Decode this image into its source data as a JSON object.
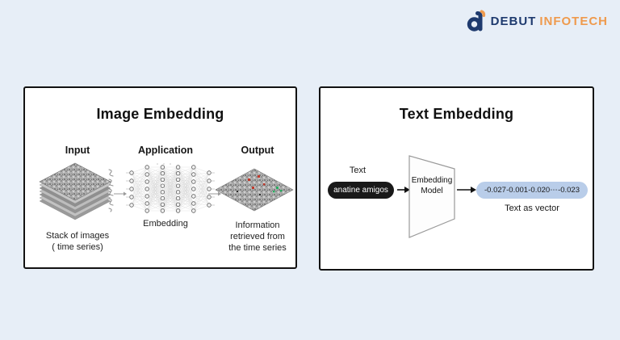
{
  "background_color": "#e7eef7",
  "logo": {
    "brand_first": "DEBUT",
    "brand_second": "INFOTECH",
    "navy_color": "#1e3a6e",
    "orange_color": "#ef9a4d"
  },
  "left_panel": {
    "title": "Image Embedding",
    "columns": {
      "input": "Input",
      "application": "Application",
      "output": "Output"
    },
    "input_caption_line1": "Stack of images",
    "input_caption_line2": "( time series)",
    "network_caption": "Embedding",
    "network_layers": [
      5,
      7,
      8,
      8,
      7,
      5
    ],
    "output_caption_line1": "Information",
    "output_caption_line2": "retrieved from",
    "output_caption_line3": "the time series"
  },
  "right_panel": {
    "title": "Text Embedding",
    "input_label": "Text",
    "input_value": "anatine amigos",
    "input_pill_color": "#191919",
    "model_label_line1": "Embedding",
    "model_label_line2": "Model",
    "vector_values": [
      "-0.027",
      "-0.001",
      "-0.020",
      "⋯",
      "-0.023"
    ],
    "vector_pill_color": "#b9cde9",
    "vector_caption": "Text as vector"
  }
}
